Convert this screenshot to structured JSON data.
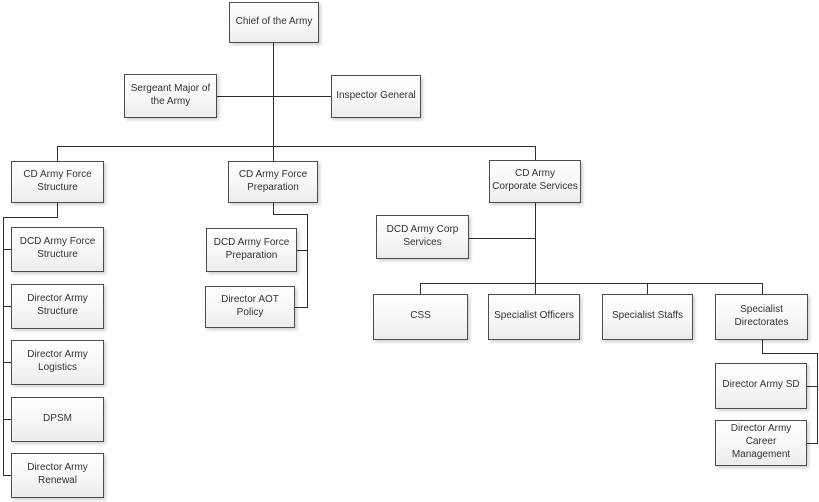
{
  "diagram": {
    "type": "org-chart",
    "nodes": [
      {
        "id": "chief-of-the-army",
        "label": "Chief of the Army"
      },
      {
        "id": "sergeant-major-of-the-army",
        "label": "Sergeant Major of the Army"
      },
      {
        "id": "inspector-general",
        "label": "Inspector General"
      },
      {
        "id": "cd-army-force-structure",
        "label": "CD Army Force Structure"
      },
      {
        "id": "cd-army-force-preparation",
        "label": "CD Army Force Preparation"
      },
      {
        "id": "cd-army-corporate-services",
        "label": "CD Army Corporate Services"
      },
      {
        "id": "dcd-army-force-structure",
        "label": "DCD Army Force Structure"
      },
      {
        "id": "director-army-structure",
        "label": "Director Army Structure"
      },
      {
        "id": "director-army-logistics",
        "label": "Director Army Logistics"
      },
      {
        "id": "dpsm",
        "label": "DPSM"
      },
      {
        "id": "director-army-renewal",
        "label": "Director Army Renewal"
      },
      {
        "id": "dcd-army-force-preparation",
        "label": "DCD Army Force Preparation"
      },
      {
        "id": "director-aot-policy",
        "label": "Director AOT Policy"
      },
      {
        "id": "dcd-army-corp-services",
        "label": "DCD Army Corp Services"
      },
      {
        "id": "css",
        "label": "CSS"
      },
      {
        "id": "specialist-officers",
        "label": "Specialist Officers"
      },
      {
        "id": "specialist-staffs",
        "label": "Specialist Staffs"
      },
      {
        "id": "specialist-directorates",
        "label": "Specialist Directorates"
      },
      {
        "id": "director-army-sd",
        "label": "Director Army SD"
      },
      {
        "id": "director-army-career-management",
        "label": "Director Army Career Management"
      }
    ],
    "style": {
      "background_color": "#ffffff",
      "box_border_color": "#4d4d4d",
      "box_fill_top": "#fefefe",
      "box_fill_bottom": "#ececec",
      "connector_color": "#2e2e2e",
      "text_color": "#333333"
    }
  }
}
